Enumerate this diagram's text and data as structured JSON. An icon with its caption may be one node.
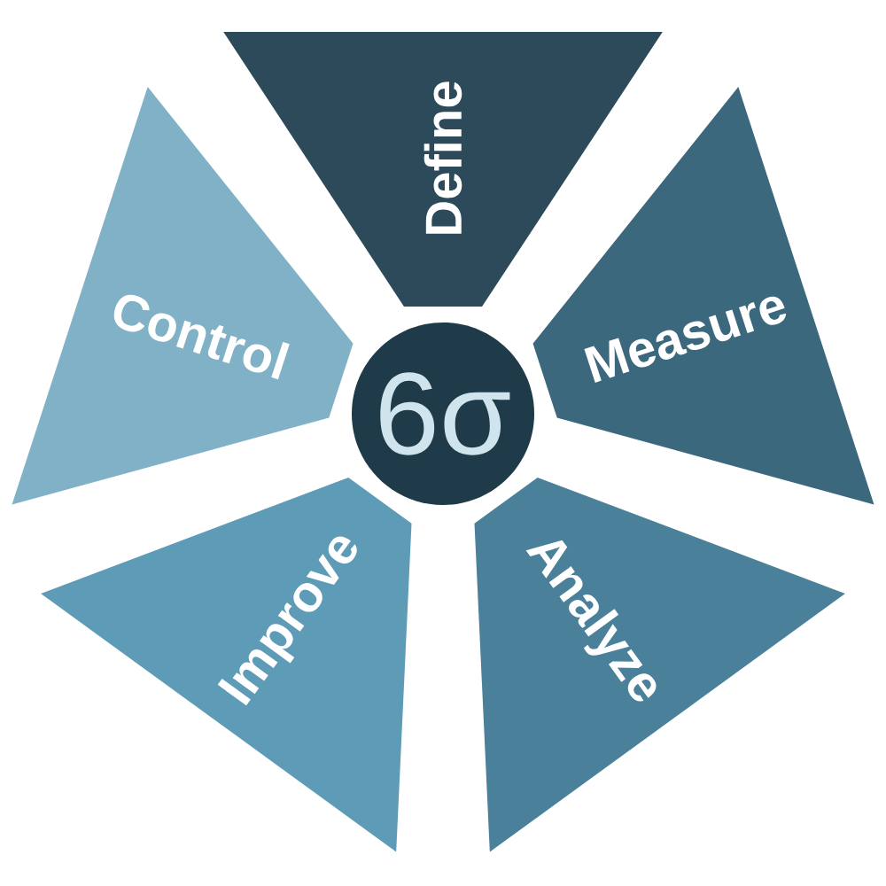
{
  "diagram": {
    "nodes": [
      {
        "text": [
          "6σ"
        ]
      },
      {
        "text": [
          "Define"
        ]
      },
      {
        "text": [
          "Measure"
        ]
      },
      {
        "text": [
          "Analyze"
        ]
      },
      {
        "text": [
          "Improve"
        ]
      },
      {
        "text": [
          "Control"
        ]
      }
    ]
  }
}
